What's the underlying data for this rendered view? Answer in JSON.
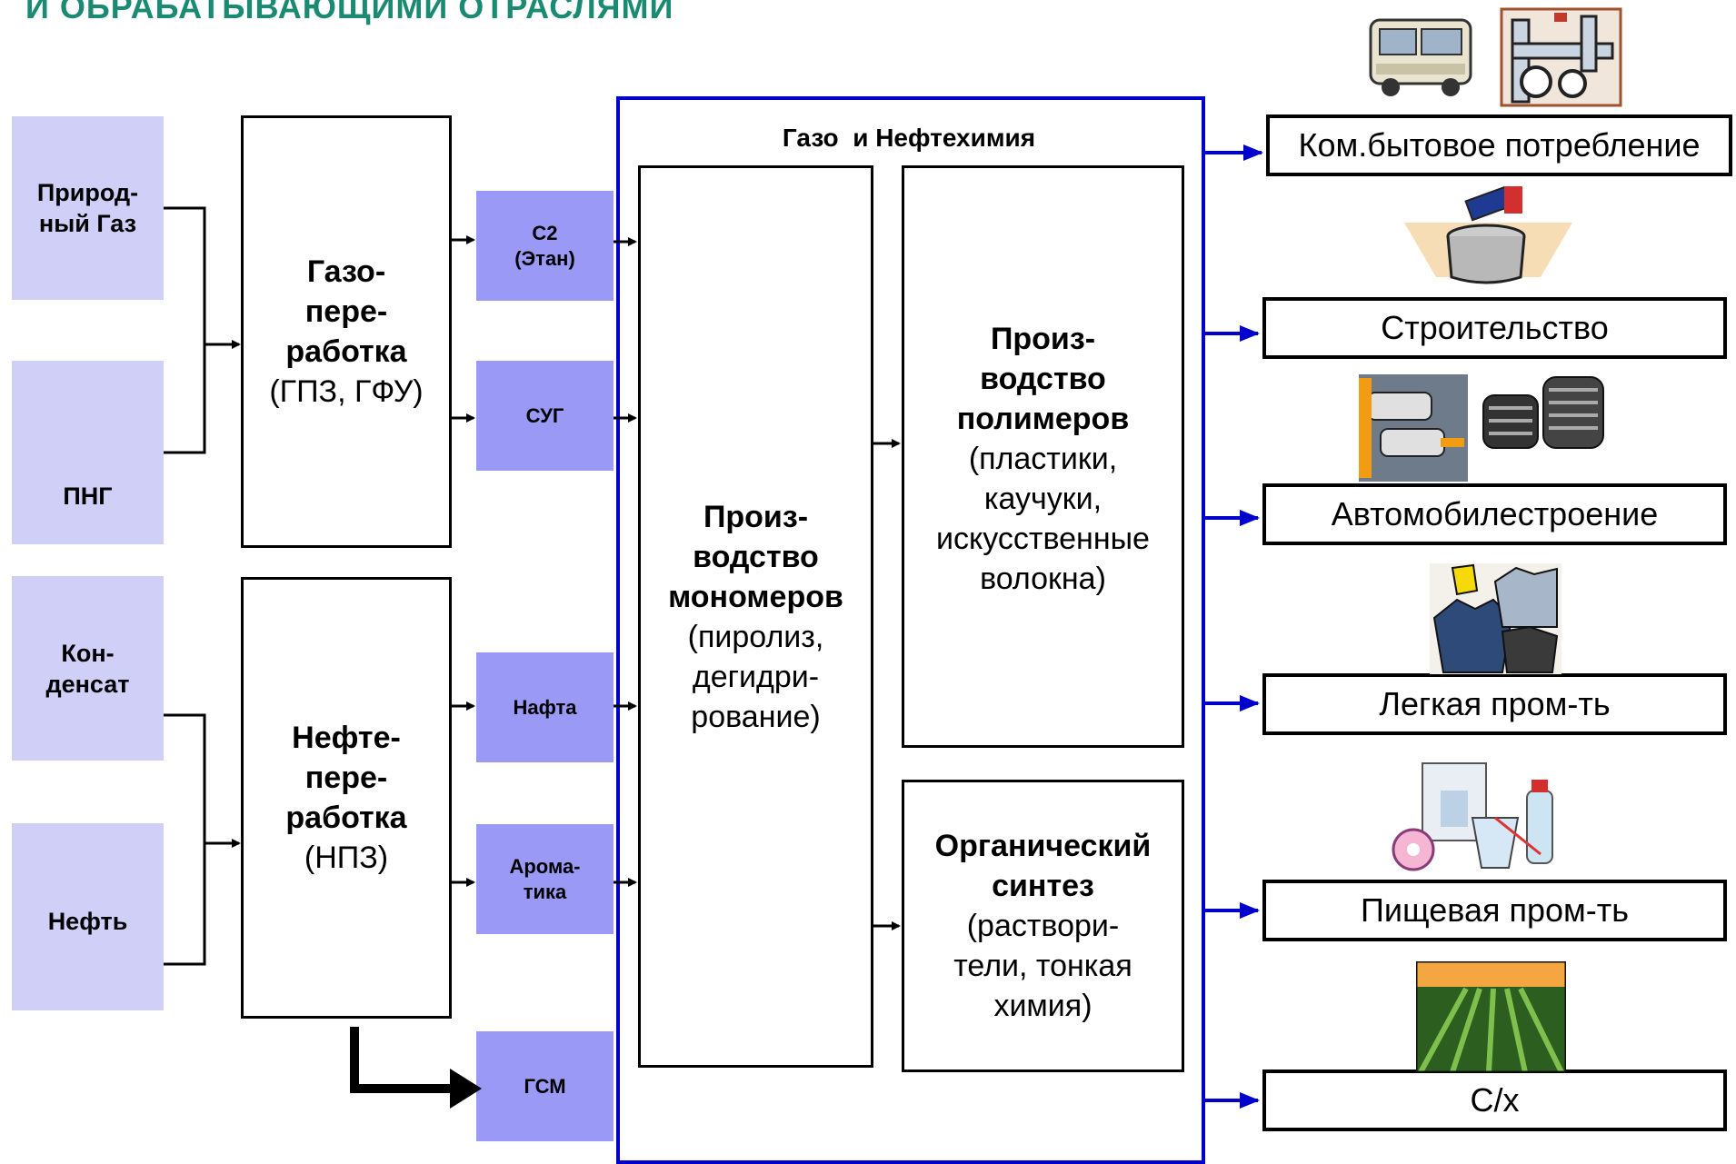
{
  "title": "И ОБРАБАТЫВАЮЩИМИ ОТРАСЛЯМИ",
  "sources": {
    "natural_gas": "Природ-\nный Газ",
    "png": "ПНГ",
    "condensate": "Кон-\nденсат",
    "oil": "Нефть"
  },
  "processing": {
    "gas": {
      "bold": "Газо-\nпере-\nработка",
      "normal": "(ГПЗ, ГФУ)"
    },
    "oil": {
      "bold": "Нефте-\nпере-\nработка",
      "normal": "(НПЗ)"
    }
  },
  "intermediates": {
    "c2": "С2\n(Этан)",
    "sug": "СУГ",
    "nafta": "Нафта",
    "aromatics": "Арома-\nтика",
    "gsm": "ГСМ"
  },
  "petrochem": {
    "frame_title": "Газо  и Нефтехимия",
    "monomers": {
      "bold": "Произ-\nводство\nмономеров",
      "normal": "(пиролиз,\nдегидри-\nрование)"
    },
    "polymers": {
      "bold": "Произ-\nводство\nполимеров",
      "normal": "(пластики,\nкаучуки,\nискусственные\nволокна)"
    },
    "organic": {
      "bold": "Органический\nсинтез",
      "normal": "(раствори-\nтели, тонкая\nхимия)"
    }
  },
  "destinations": [
    "Ком.бытовое потребление",
    "Строительство",
    "Автомобилестроение",
    "Легкая пром-ть",
    "Пищевая пром-ть",
    "С/х"
  ],
  "clipart": [
    "bus-and-pipes-clipart",
    "paint-can-clipart",
    "cars-and-tires-clipart",
    "clothes-clipart",
    "food-clipart",
    "field-clipart"
  ],
  "colors": {
    "title": "#1a8a73",
    "source_fill": "#d0cff7",
    "intermediate_fill": "#9a99f5",
    "frame": "#0000cc",
    "arrow_blue": "#0000cc"
  }
}
